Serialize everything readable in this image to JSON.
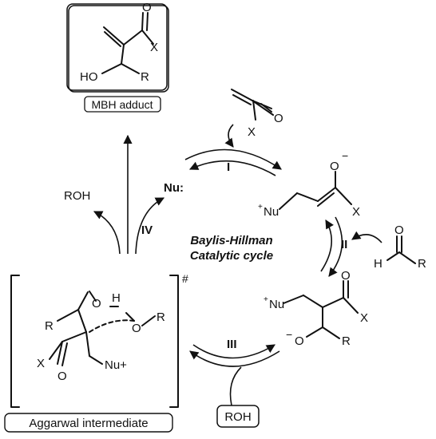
{
  "cycle": {
    "title_line1": "Baylis-Hillman",
    "title_line2": "Catalytic cycle"
  },
  "steps": {
    "s1": "I",
    "s2": "II",
    "s3": "III",
    "s4": "IV"
  },
  "catalyst": {
    "label": "Nu:"
  },
  "acrylate": {
    "O": "O",
    "X": "X"
  },
  "enolate": {
    "charge": "−",
    "Nu": "Nu",
    "X": "X"
  },
  "aldehyde": {
    "O": "O",
    "H": "H",
    "R": "R"
  },
  "alkoxide": {
    "Nu": "Nu",
    "O_ketone": "O",
    "X": "X",
    "O_neg": "O",
    "R": "R"
  },
  "intermediate": {
    "O1": "O",
    "H": "H",
    "O2": "O",
    "R1": "R",
    "R2": "R",
    "X": "X",
    "O3": "O",
    "Nu": "Nu+",
    "hash": "#"
  },
  "reagents": {
    "roh_top": "ROH",
    "roh_box": "ROH"
  },
  "product": {
    "O": "O",
    "X": "X",
    "HO": "HO",
    "R": "R"
  },
  "boxes": {
    "mbh_adduct": "MBH adduct",
    "aggarwal": "Aggarwal intermediate"
  }
}
